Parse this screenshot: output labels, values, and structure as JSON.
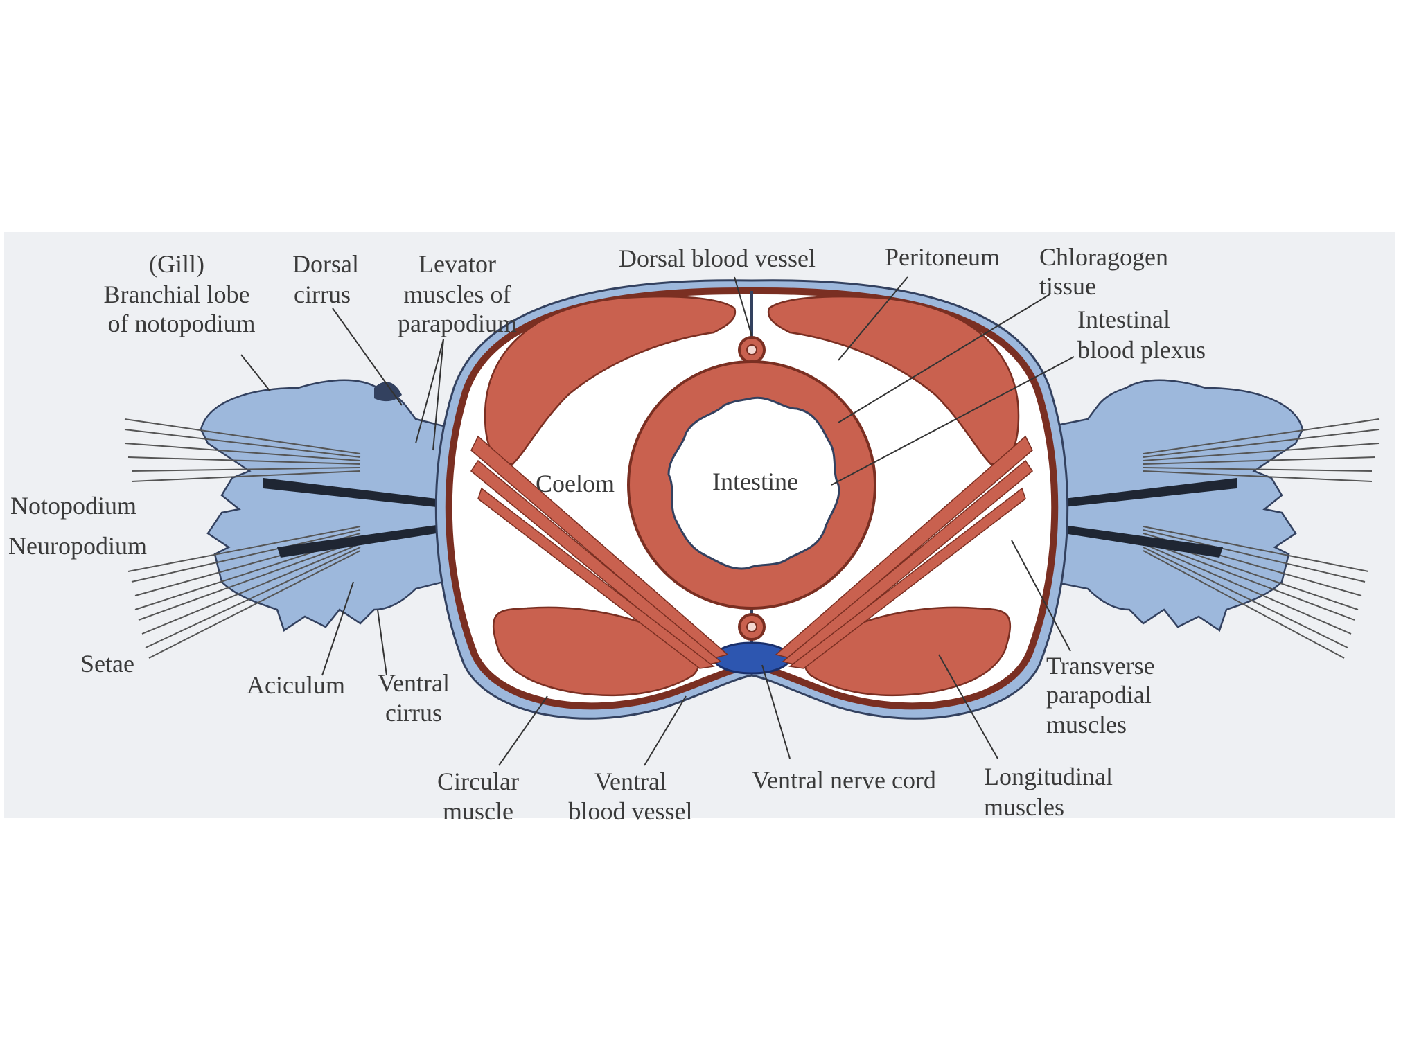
{
  "diagram": {
    "colors": {
      "panel": "#eef0f3",
      "parapodium": "#9db8dc",
      "muscle": "#c9614f",
      "muscle_edge": "#7a2f22",
      "outline": "#33415f",
      "nerve_cord": "#2d56b0",
      "setae": "#555555"
    },
    "labels": {
      "gill": "(Gill)",
      "branchial_lobe_1": "Branchial lobe",
      "branchial_lobe_2": "of notopodium",
      "dorsal_cirrus_1": "Dorsal",
      "dorsal_cirrus_2": "cirrus",
      "levator_1": "Levator",
      "levator_2": "muscles of",
      "levator_3": "parapodium",
      "dorsal_blood_vessel": "Dorsal blood vessel",
      "peritoneum": "Peritoneum",
      "chloragogen_1": "Chloragogen",
      "chloragogen_2": "tissue",
      "intestinal_plexus_1": "Intestinal",
      "intestinal_plexus_2": "blood plexus",
      "coelom": "Coelom",
      "intestine": "Intestine",
      "notopodium": "Notopodium",
      "neuropodium": "Neuropodium",
      "setae": "Setae",
      "aciculum": "Aciculum",
      "ventral_cirrus_1": "Ventral",
      "ventral_cirrus_2": "cirrus",
      "transverse_1": "Transverse",
      "transverse_2": "parapodial",
      "transverse_3": "muscles",
      "circular_1": "Circular",
      "circular_2": "muscle",
      "ventral_vessel_1": "Ventral",
      "ventral_vessel_2": "blood vessel",
      "ventral_nerve_cord": "Ventral nerve cord",
      "longitudinal_1": "Longitudinal",
      "longitudinal_2": "muscles"
    }
  }
}
